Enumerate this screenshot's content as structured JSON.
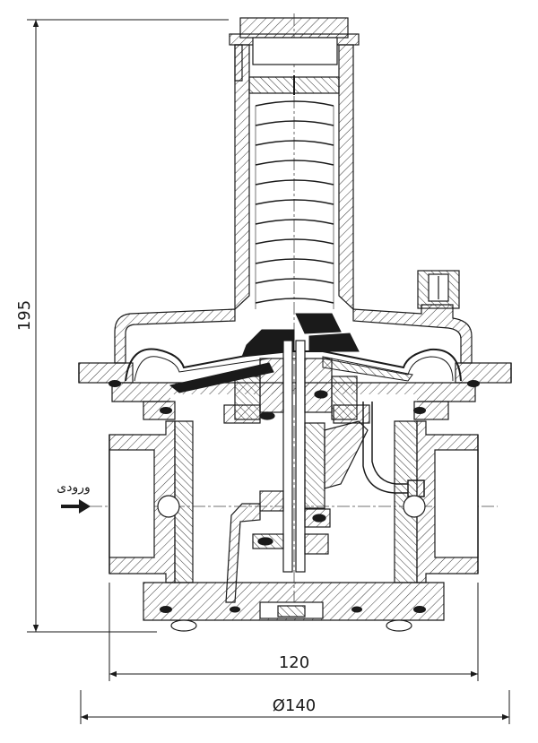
{
  "dimensions": {
    "height": "195",
    "inner_width": "120",
    "outer_diameter": "Ø140"
  },
  "labels": {
    "inlet": "ورودی"
  },
  "colors": {
    "line": "#1a1a1a",
    "seal": "#1a1a1a",
    "background": "#ffffff"
  }
}
